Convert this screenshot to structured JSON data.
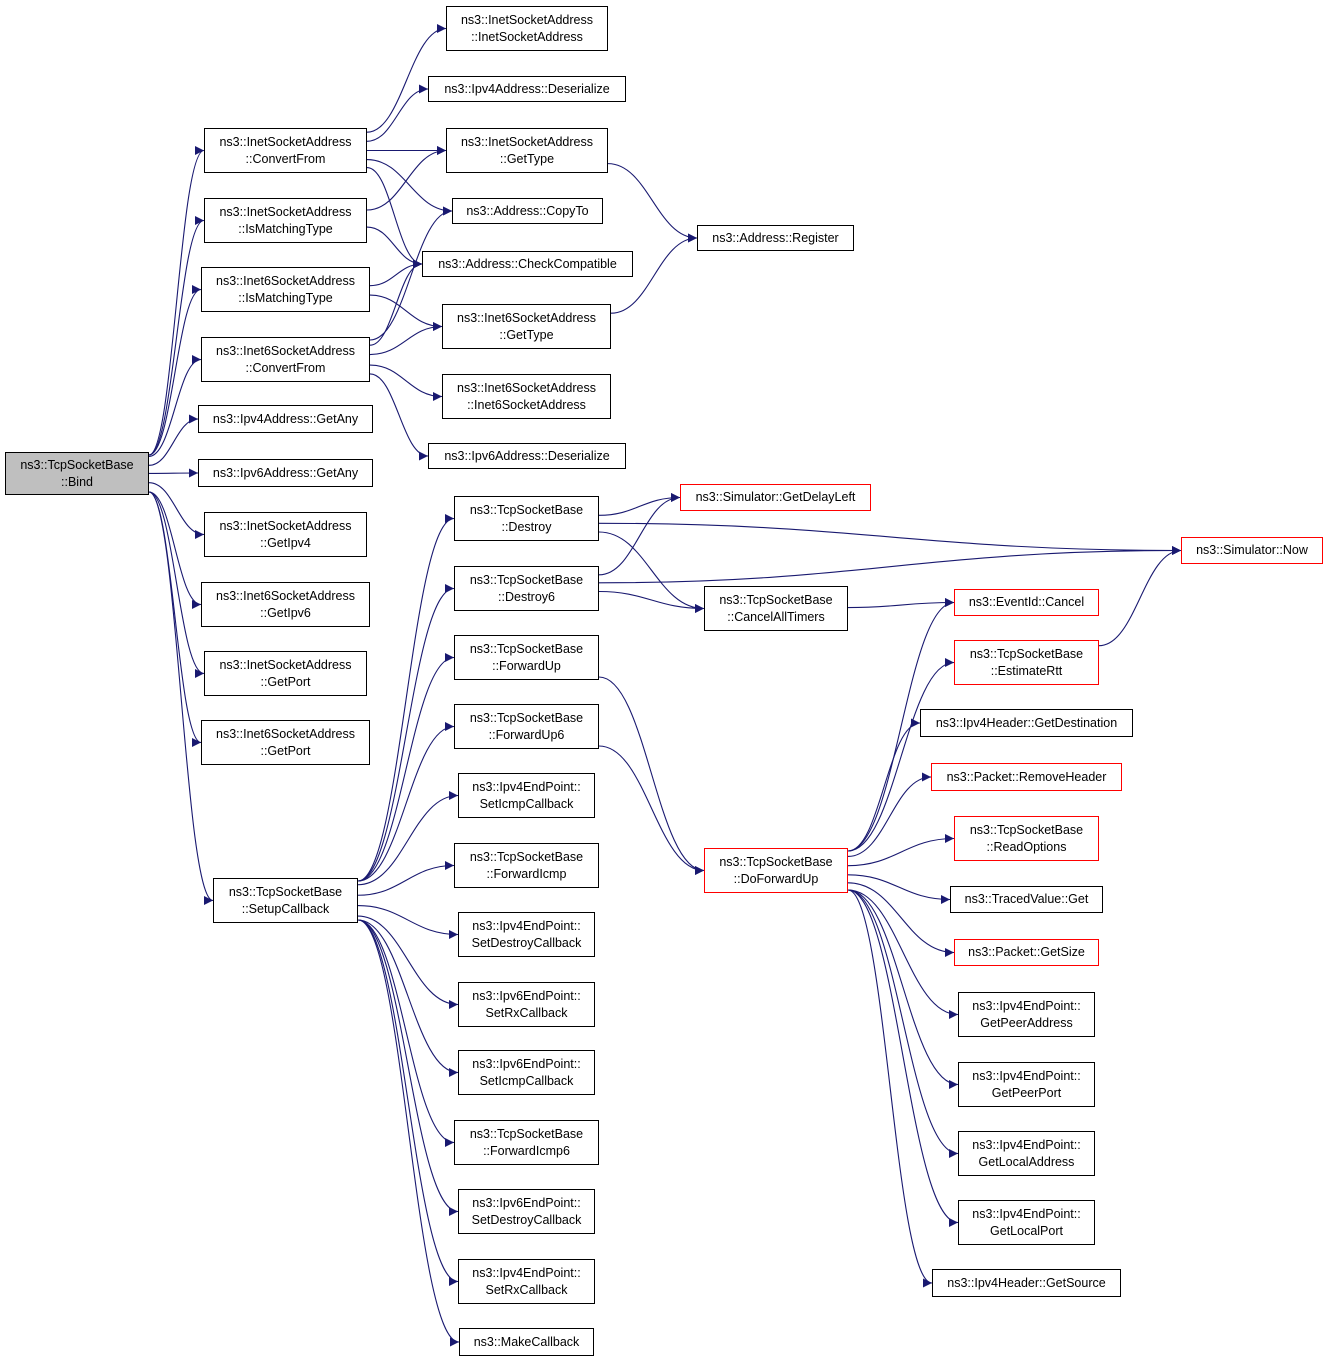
{
  "nodes": [
    {
      "id": "bind",
      "lines": [
        "ns3::TcpSocketBase",
        "::Bind"
      ],
      "style": "root"
    },
    {
      "id": "isa_cf",
      "lines": [
        "ns3::InetSocketAddress",
        "::ConvertFrom"
      ],
      "style": "normal"
    },
    {
      "id": "isa_imt",
      "lines": [
        "ns3::InetSocketAddress",
        "::IsMatchingType"
      ],
      "style": "normal"
    },
    {
      "id": "i6sa_imt",
      "lines": [
        "ns3::Inet6SocketAddress",
        "::IsMatchingType"
      ],
      "style": "normal"
    },
    {
      "id": "i6sa_cf",
      "lines": [
        "ns3::Inet6SocketAddress",
        "::ConvertFrom"
      ],
      "style": "normal"
    },
    {
      "id": "ipv4_getany",
      "lines": [
        "ns3::Ipv4Address::GetAny"
      ],
      "style": "normal"
    },
    {
      "id": "ipv6_getany",
      "lines": [
        "ns3::Ipv6Address::GetAny"
      ],
      "style": "normal"
    },
    {
      "id": "isa_getipv4",
      "lines": [
        "ns3::InetSocketAddress",
        "::GetIpv4"
      ],
      "style": "normal"
    },
    {
      "id": "i6sa_getipv6",
      "lines": [
        "ns3::Inet6SocketAddress",
        "::GetIpv6"
      ],
      "style": "normal"
    },
    {
      "id": "isa_getport",
      "lines": [
        "ns3::InetSocketAddress",
        "::GetPort"
      ],
      "style": "normal"
    },
    {
      "id": "i6sa_getport",
      "lines": [
        "ns3::Inet6SocketAddress",
        "::GetPort"
      ],
      "style": "normal"
    },
    {
      "id": "setupcb",
      "lines": [
        "ns3::TcpSocketBase",
        "::SetupCallback"
      ],
      "style": "normal"
    },
    {
      "id": "isa_ctor",
      "lines": [
        "ns3::InetSocketAddress",
        "::InetSocketAddress"
      ],
      "style": "normal"
    },
    {
      "id": "ipv4_deser",
      "lines": [
        "ns3::Ipv4Address::Deserialize"
      ],
      "style": "normal"
    },
    {
      "id": "isa_gettype",
      "lines": [
        "ns3::InetSocketAddress",
        "::GetType"
      ],
      "style": "normal"
    },
    {
      "id": "addr_copyto",
      "lines": [
        "ns3::Address::CopyTo"
      ],
      "style": "normal"
    },
    {
      "id": "addr_checkcompat",
      "lines": [
        "ns3::Address::CheckCompatible"
      ],
      "style": "normal"
    },
    {
      "id": "i6sa_gettype",
      "lines": [
        "ns3::Inet6SocketAddress",
        "::GetType"
      ],
      "style": "normal"
    },
    {
      "id": "i6sa_ctor",
      "lines": [
        "ns3::Inet6SocketAddress",
        "::Inet6SocketAddress"
      ],
      "style": "normal"
    },
    {
      "id": "ipv6_deser",
      "lines": [
        "ns3::Ipv6Address::Deserialize"
      ],
      "style": "normal"
    },
    {
      "id": "addr_register",
      "lines": [
        "ns3::Address::Register"
      ],
      "style": "normal"
    },
    {
      "id": "destroy",
      "lines": [
        "ns3::TcpSocketBase",
        "::Destroy"
      ],
      "style": "normal"
    },
    {
      "id": "destroy6",
      "lines": [
        "ns3::TcpSocketBase",
        "::Destroy6"
      ],
      "style": "normal"
    },
    {
      "id": "forwardup",
      "lines": [
        "ns3::TcpSocketBase",
        "::ForwardUp"
      ],
      "style": "normal"
    },
    {
      "id": "forwardup6",
      "lines": [
        "ns3::TcpSocketBase",
        "::ForwardUp6"
      ],
      "style": "normal"
    },
    {
      "id": "ipv4ep_seticmp",
      "lines": [
        "ns3::Ipv4EndPoint::",
        "SetIcmpCallback"
      ],
      "style": "normal"
    },
    {
      "id": "fwdicmp",
      "lines": [
        "ns3::TcpSocketBase",
        "::ForwardIcmp"
      ],
      "style": "normal"
    },
    {
      "id": "ipv4ep_setdestroy",
      "lines": [
        "ns3::Ipv4EndPoint::",
        "SetDestroyCallback"
      ],
      "style": "normal"
    },
    {
      "id": "ipv6ep_setrx",
      "lines": [
        "ns3::Ipv6EndPoint::",
        "SetRxCallback"
      ],
      "style": "normal"
    },
    {
      "id": "ipv6ep_seticmp",
      "lines": [
        "ns3::Ipv6EndPoint::",
        "SetIcmpCallback"
      ],
      "style": "normal"
    },
    {
      "id": "fwdicmp6",
      "lines": [
        "ns3::TcpSocketBase",
        "::ForwardIcmp6"
      ],
      "style": "normal"
    },
    {
      "id": "ipv6ep_setdestroy",
      "lines": [
        "ns3::Ipv6EndPoint::",
        "SetDestroyCallback"
      ],
      "style": "normal"
    },
    {
      "id": "ipv4ep_setrx",
      "lines": [
        "ns3::Ipv4EndPoint::",
        "SetRxCallback"
      ],
      "style": "normal"
    },
    {
      "id": "makecb",
      "lines": [
        "ns3::MakeCallback"
      ],
      "style": "normal"
    },
    {
      "id": "sim_delayleft",
      "lines": [
        "ns3::Simulator::GetDelayLeft"
      ],
      "style": "red"
    },
    {
      "id": "cancelall",
      "lines": [
        "ns3::TcpSocketBase",
        "::CancelAllTimers"
      ],
      "style": "normal"
    },
    {
      "id": "sim_now",
      "lines": [
        "ns3::Simulator::Now"
      ],
      "style": "red"
    },
    {
      "id": "doforwardup",
      "lines": [
        "ns3::TcpSocketBase",
        "::DoForwardUp"
      ],
      "style": "red"
    },
    {
      "id": "event_cancel",
      "lines": [
        "ns3::EventId::Cancel"
      ],
      "style": "red"
    },
    {
      "id": "estimatertt",
      "lines": [
        "ns3::TcpSocketBase",
        "::EstimateRtt"
      ],
      "style": "red"
    },
    {
      "id": "ipv4h_getdest",
      "lines": [
        "ns3::Ipv4Header::GetDestination"
      ],
      "style": "normal"
    },
    {
      "id": "pkt_removeheader",
      "lines": [
        "ns3::Packet::RemoveHeader"
      ],
      "style": "red"
    },
    {
      "id": "readoptions",
      "lines": [
        "ns3::TcpSocketBase",
        "::ReadOptions"
      ],
      "style": "red"
    },
    {
      "id": "tracedvalue_get",
      "lines": [
        "ns3::TracedValue::Get"
      ],
      "style": "normal"
    },
    {
      "id": "pkt_getsize",
      "lines": [
        "ns3::Packet::GetSize"
      ],
      "style": "red"
    },
    {
      "id": "ipv4ep_getpeeraddr",
      "lines": [
        "ns3::Ipv4EndPoint::",
        "GetPeerAddress"
      ],
      "style": "normal"
    },
    {
      "id": "ipv4ep_getpeerport",
      "lines": [
        "ns3::Ipv4EndPoint::",
        "GetPeerPort"
      ],
      "style": "normal"
    },
    {
      "id": "ipv4ep_getlocaladdr",
      "lines": [
        "ns3::Ipv4EndPoint::",
        "GetLocalAddress"
      ],
      "style": "normal"
    },
    {
      "id": "ipv4ep_getlocalport",
      "lines": [
        "ns3::Ipv4EndPoint::",
        "GetLocalPort"
      ],
      "style": "normal"
    },
    {
      "id": "ipv4h_getsource",
      "lines": [
        "ns3::Ipv4Header::GetSource"
      ],
      "style": "normal"
    }
  ],
  "edges": [
    [
      "bind",
      "isa_cf"
    ],
    [
      "bind",
      "isa_imt"
    ],
    [
      "bind",
      "i6sa_imt"
    ],
    [
      "bind",
      "i6sa_cf"
    ],
    [
      "bind",
      "ipv4_getany"
    ],
    [
      "bind",
      "ipv6_getany"
    ],
    [
      "bind",
      "isa_getipv4"
    ],
    [
      "bind",
      "i6sa_getipv6"
    ],
    [
      "bind",
      "isa_getport"
    ],
    [
      "bind",
      "i6sa_getport"
    ],
    [
      "bind",
      "setupcb"
    ],
    [
      "isa_cf",
      "isa_ctor"
    ],
    [
      "isa_cf",
      "ipv4_deser"
    ],
    [
      "isa_cf",
      "isa_gettype"
    ],
    [
      "isa_cf",
      "addr_copyto"
    ],
    [
      "isa_cf",
      "addr_checkcompat"
    ],
    [
      "isa_imt",
      "isa_gettype"
    ],
    [
      "isa_imt",
      "addr_checkcompat"
    ],
    [
      "i6sa_imt",
      "addr_checkcompat"
    ],
    [
      "i6sa_imt",
      "i6sa_gettype"
    ],
    [
      "i6sa_cf",
      "addr_copyto"
    ],
    [
      "i6sa_cf",
      "addr_checkcompat"
    ],
    [
      "i6sa_cf",
      "i6sa_gettype"
    ],
    [
      "i6sa_cf",
      "i6sa_ctor"
    ],
    [
      "i6sa_cf",
      "ipv6_deser"
    ],
    [
      "isa_gettype",
      "addr_register"
    ],
    [
      "i6sa_gettype",
      "addr_register"
    ],
    [
      "setupcb",
      "destroy"
    ],
    [
      "setupcb",
      "destroy6"
    ],
    [
      "setupcb",
      "forwardup"
    ],
    [
      "setupcb",
      "forwardup6"
    ],
    [
      "setupcb",
      "ipv4ep_seticmp"
    ],
    [
      "setupcb",
      "fwdicmp"
    ],
    [
      "setupcb",
      "ipv4ep_setdestroy"
    ],
    [
      "setupcb",
      "ipv6ep_setrx"
    ],
    [
      "setupcb",
      "ipv6ep_seticmp"
    ],
    [
      "setupcb",
      "fwdicmp6"
    ],
    [
      "setupcb",
      "ipv6ep_setdestroy"
    ],
    [
      "setupcb",
      "ipv4ep_setrx"
    ],
    [
      "setupcb",
      "makecb"
    ],
    [
      "destroy",
      "sim_delayleft"
    ],
    [
      "destroy",
      "sim_now"
    ],
    [
      "destroy",
      "cancelall"
    ],
    [
      "destroy6",
      "sim_delayleft"
    ],
    [
      "destroy6",
      "sim_now"
    ],
    [
      "destroy6",
      "cancelall"
    ],
    [
      "cancelall",
      "event_cancel"
    ],
    [
      "forwardup",
      "doforwardup"
    ],
    [
      "forwardup6",
      "doforwardup"
    ],
    [
      "doforwardup",
      "event_cancel"
    ],
    [
      "doforwardup",
      "estimatertt"
    ],
    [
      "doforwardup",
      "ipv4h_getdest"
    ],
    [
      "doforwardup",
      "pkt_removeheader"
    ],
    [
      "doforwardup",
      "readoptions"
    ],
    [
      "doforwardup",
      "tracedvalue_get"
    ],
    [
      "doforwardup",
      "pkt_getsize"
    ],
    [
      "doforwardup",
      "ipv4ep_getpeeraddr"
    ],
    [
      "doforwardup",
      "ipv4ep_getpeerport"
    ],
    [
      "doforwardup",
      "ipv4ep_getlocaladdr"
    ],
    [
      "doforwardup",
      "ipv4ep_getlocalport"
    ],
    [
      "doforwardup",
      "ipv4h_getsource"
    ],
    [
      "estimatertt",
      "sim_now"
    ]
  ],
  "colors": {
    "edge": "#191970",
    "node_border": "#000000",
    "node_border_external": "#ff0000",
    "root_fill": "#bfbfbf"
  }
}
